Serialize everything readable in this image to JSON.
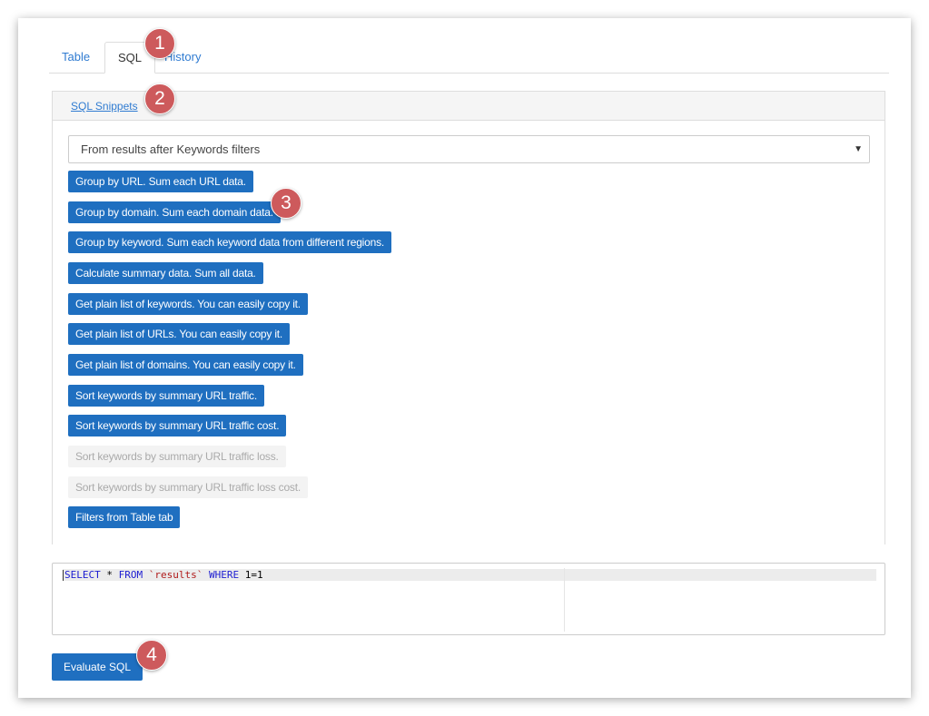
{
  "tabs": [
    "Table",
    "SQL",
    "History"
  ],
  "active_tab": "SQL",
  "panel": {
    "header_link": "SQL Snippets"
  },
  "source_select": {
    "value": "From results after Keywords filters"
  },
  "snippets": [
    {
      "label": "Group by URL. Sum each URL data.",
      "enabled": true
    },
    {
      "label": "Group by domain. Sum each domain data.",
      "enabled": true
    },
    {
      "label": "Group by keyword. Sum each keyword data from different regions.",
      "enabled": true
    },
    {
      "label": "Calculate summary data. Sum all data.",
      "enabled": true
    },
    {
      "label": "Get plain list of keywords. You can easily copy it.",
      "enabled": true
    },
    {
      "label": "Get plain list of URLs. You can easily copy it.",
      "enabled": true
    },
    {
      "label": "Get plain list of domains. You can easily copy it.",
      "enabled": true
    },
    {
      "label": "Sort keywords by summary URL traffic.",
      "enabled": true
    },
    {
      "label": "Sort keywords by summary URL traffic cost.",
      "enabled": true
    },
    {
      "label": "Sort keywords by summary URL traffic loss.",
      "enabled": false
    },
    {
      "label": "Sort keywords by summary URL traffic loss cost.",
      "enabled": false
    },
    {
      "label": "Filters from Table tab",
      "enabled": true
    }
  ],
  "editor": {
    "tokens": {
      "select": "SELECT",
      "star": " * ",
      "from": "FROM",
      "table": "`results`",
      "where": "WHERE",
      "cond": " 1=1"
    }
  },
  "evaluate_button": "Evaluate SQL",
  "badges": [
    "1",
    "2",
    "3",
    "4"
  ],
  "colors": {
    "primary": "#1f6fc0",
    "badge": "#cd5a5c",
    "link": "#2f7bd1"
  }
}
